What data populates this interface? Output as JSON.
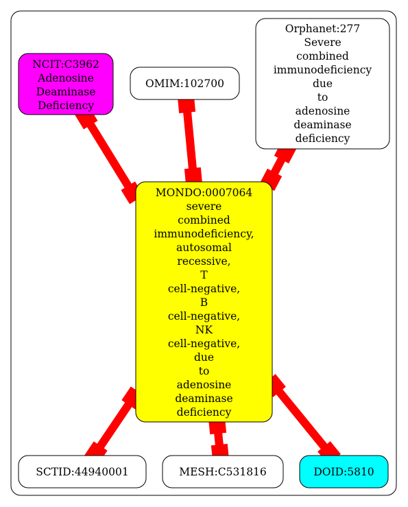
{
  "center": {
    "lines": [
      "MONDO:0007064",
      "severe",
      "combined",
      "immunodeficiency,",
      "autosomal",
      "recessive,",
      "T",
      "cell-negative,",
      "B",
      "cell-negative,",
      "NK",
      "cell-negative,",
      "due",
      "to",
      "adenosine",
      "deaminase",
      "deficiency"
    ],
    "fill": "#ffff00"
  },
  "nodes": [
    {
      "id": "ncit",
      "lines": [
        "NCIT:C3962",
        "Adenosine",
        "Deaminase",
        "Deficiency"
      ],
      "fill": "#ff00ff"
    },
    {
      "id": "omim",
      "lines": [
        "OMIM:102700"
      ],
      "fill": "#ffffff"
    },
    {
      "id": "orphanet",
      "lines": [
        "Orphanet:277",
        "Severe",
        "combined",
        "immunodeficiency",
        "due",
        "to",
        "adenosine",
        "deaminase",
        "deficiency"
      ],
      "fill": "#ffffff"
    },
    {
      "id": "sctid",
      "lines": [
        "SCTID:44940001"
      ],
      "fill": "#ffffff"
    },
    {
      "id": "mesh",
      "lines": [
        "MESH:C531816"
      ],
      "fill": "#ffffff"
    },
    {
      "id": "doid",
      "lines": [
        "DOID:5810"
      ],
      "fill": "#00ffff"
    }
  ],
  "edge_color": "#ff0000"
}
